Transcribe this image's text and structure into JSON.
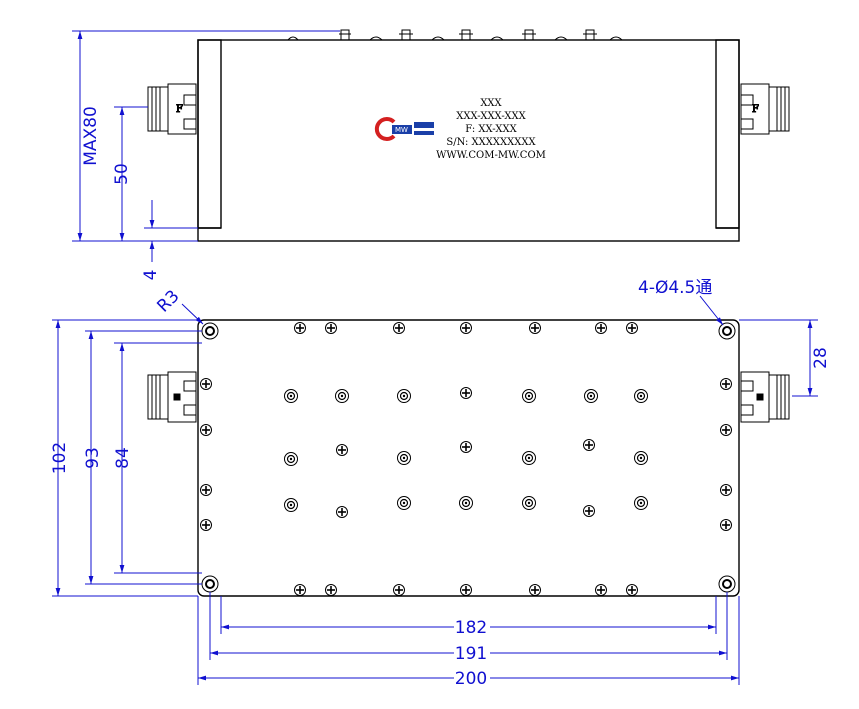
{
  "label": {
    "line1": "XXX",
    "line2": "XXX-XXX-XXX",
    "line3": "F: XX-XXX",
    "line4": "S/N: XXXXXXXXX",
    "line5": "WWW.COM-MW.COM",
    "logo_text": "MW"
  },
  "dimensions": {
    "max_height": "MAX80",
    "connector_height": "50",
    "base_offset": "4",
    "corner_radius": "R3",
    "hole_callout": "4-Ø4.5通",
    "connector_offset": "28",
    "width_total": "102",
    "width_holes": "93",
    "width_inner": "84",
    "length_inner": "182",
    "length_holes": "191",
    "length_total": "200"
  },
  "colors": {
    "dimension": "#1010d0",
    "outline": "#000000",
    "logo_red": "#d42020",
    "logo_blue": "#1a3fa8"
  }
}
